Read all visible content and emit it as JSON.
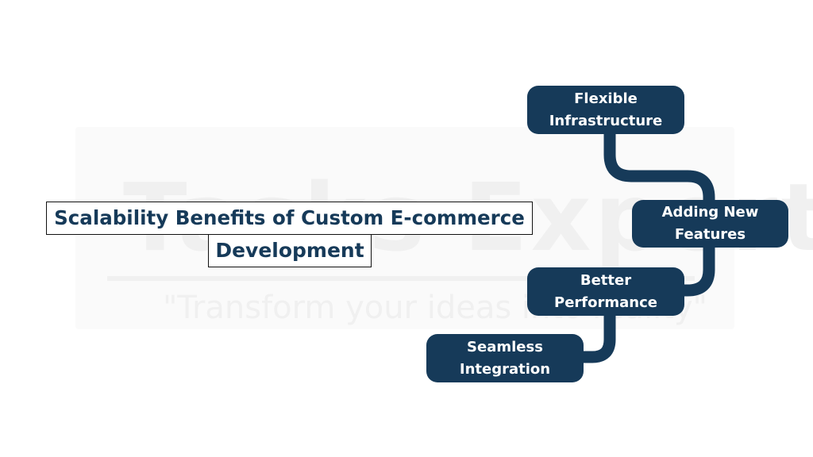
{
  "watermark": {
    "brand": "Tasks Expert",
    "tagline": "\"Transform your ideas into reality\""
  },
  "title": {
    "line1": "Scalability Benefits of Custom E-commerce",
    "line2": "Development"
  },
  "nodes": [
    {
      "label": "Flexible\nInfrastructure"
    },
    {
      "label": "Adding New\nFeatures"
    },
    {
      "label": "Better\nPerformance"
    },
    {
      "label": "Seamless\nIntegration"
    }
  ],
  "colors": {
    "node_fill": "#163a59",
    "node_text": "#ffffff",
    "title_text": "#163a59",
    "connector": "#163a59"
  }
}
